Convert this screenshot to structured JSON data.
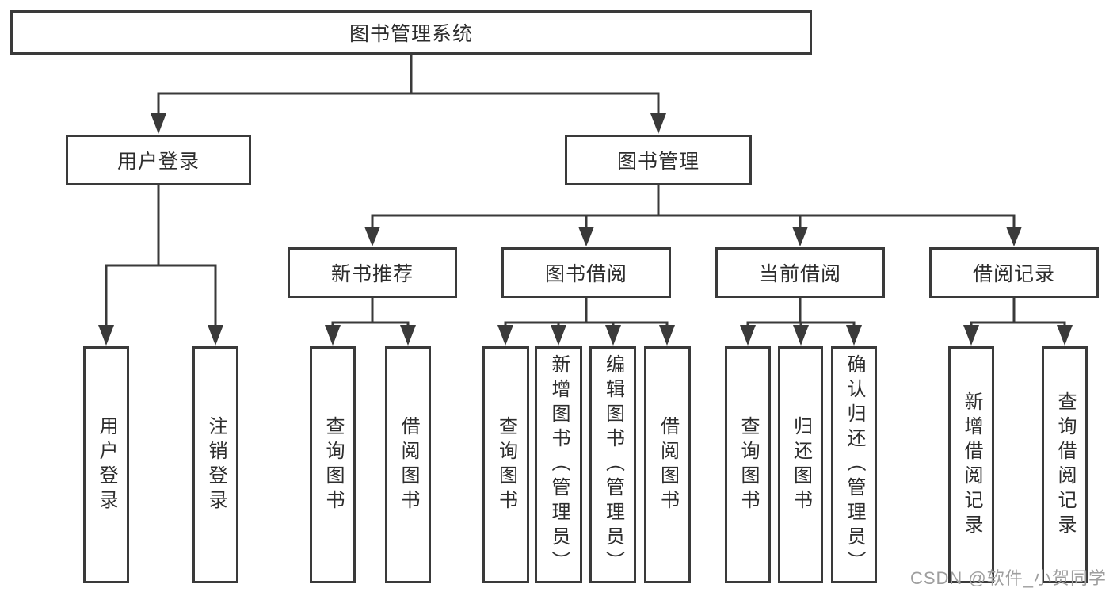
{
  "diagram": {
    "root": {
      "label": "图书管理系统"
    },
    "level2": [
      {
        "label": "用户登录"
      },
      {
        "label": "图书管理"
      }
    ],
    "level3": [
      {
        "label": "新书推荐",
        "parent": "图书管理"
      },
      {
        "label": "图书借阅",
        "parent": "图书管理"
      },
      {
        "label": "当前借阅",
        "parent": "图书管理"
      },
      {
        "label": "借阅记录",
        "parent": "图书管理"
      }
    ],
    "leaves": [
      {
        "label": "用户登录",
        "parent": "用户登录"
      },
      {
        "label": "注销登录",
        "parent": "用户登录"
      },
      {
        "label": "查询图书",
        "parent": "新书推荐"
      },
      {
        "label": "借阅图书",
        "parent": "新书推荐"
      },
      {
        "label": "查询图书",
        "parent": "图书借阅"
      },
      {
        "label": "新增图书（管理员）",
        "parent": "图书借阅"
      },
      {
        "label": "编辑图书（管理员）",
        "parent": "图书借阅"
      },
      {
        "label": "借阅图书",
        "parent": "图书借阅"
      },
      {
        "label": "查询图书",
        "parent": "当前借阅"
      },
      {
        "label": "归还图书",
        "parent": "当前借阅"
      },
      {
        "label": "确认归还（管理员）",
        "parent": "当前借阅"
      },
      {
        "label": "新增借阅记录",
        "parent": "借阅记录"
      },
      {
        "label": "查询借阅记录",
        "parent": "借阅记录"
      }
    ]
  },
  "watermark": "CSDN @软件_小贺同学",
  "colors": {
    "line": "#3a3a3a",
    "text": "#2d2d2d",
    "watermark": "#9e9e9e",
    "background": "#ffffff"
  }
}
